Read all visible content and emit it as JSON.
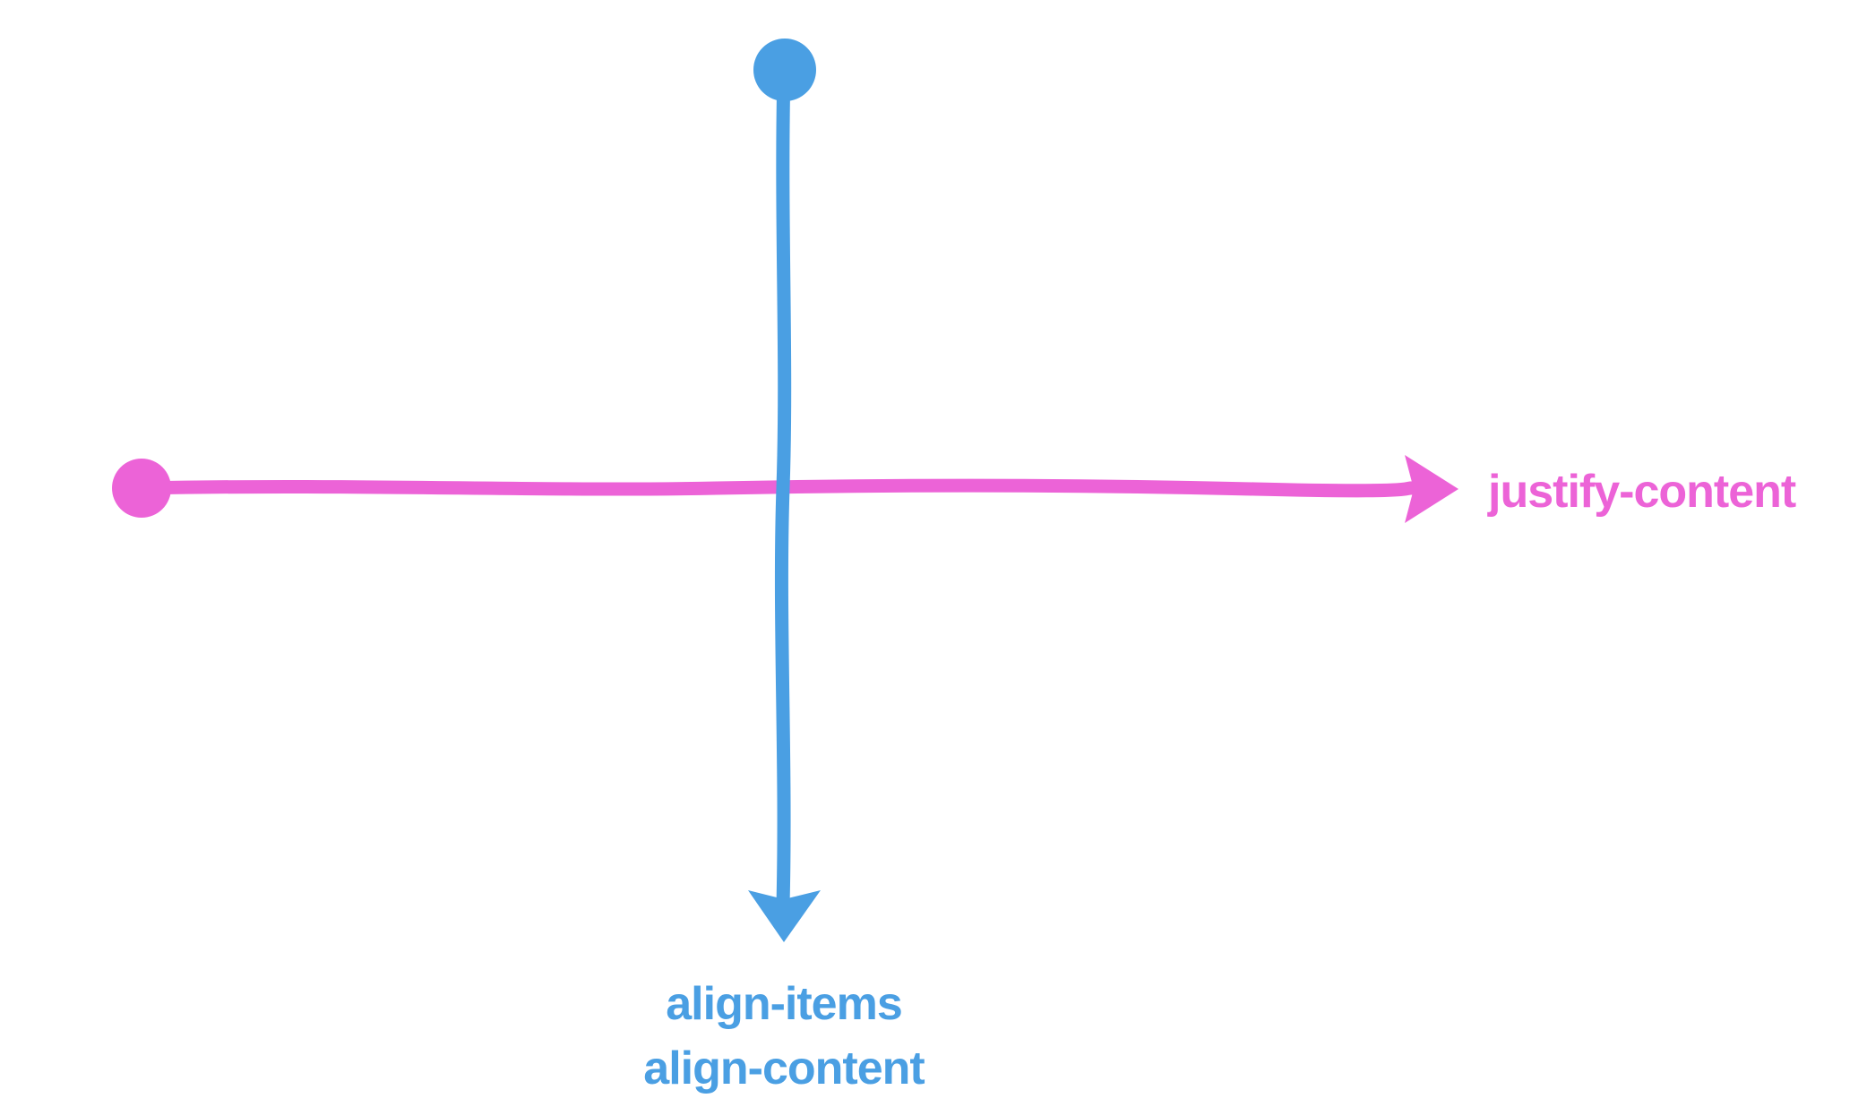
{
  "main_axis": {
    "label": "justify-content",
    "color": "#EC63D7"
  },
  "cross_axis": {
    "labels": [
      "align-items",
      "align-content"
    ],
    "color": "#4A9FE3"
  }
}
